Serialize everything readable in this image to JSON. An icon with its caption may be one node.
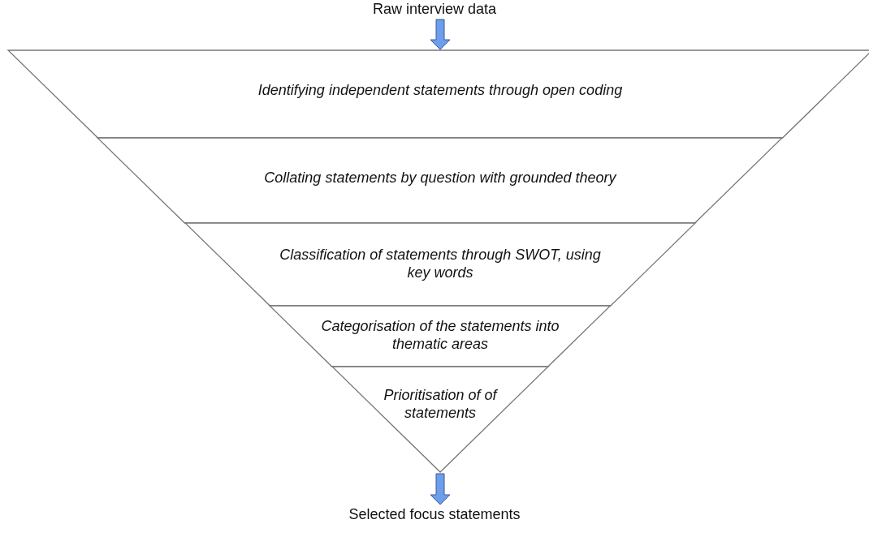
{
  "diagram": {
    "nodes": [
      {
        "text": [
          "Raw interview data"
        ]
      },
      {
        "text": [
          "Identifying independent statements through open coding"
        ]
      },
      {
        "text": [
          "Collating statements by question with grounded theory"
        ]
      },
      {
        "text": [
          "Classification of statements through SWOT, using key words"
        ]
      },
      {
        "text": [
          "Categorisation of the statements into thematic areas"
        ]
      },
      {
        "text": [
          "Prioritisation of of statements"
        ]
      },
      {
        "text": [
          "Selected focus statements"
        ]
      }
    ],
    "edges": [
      {
        "from": 0,
        "to": 1,
        "arrow": "to"
      },
      {
        "from": 5,
        "to": 6,
        "arrow": "to"
      }
    ]
  }
}
